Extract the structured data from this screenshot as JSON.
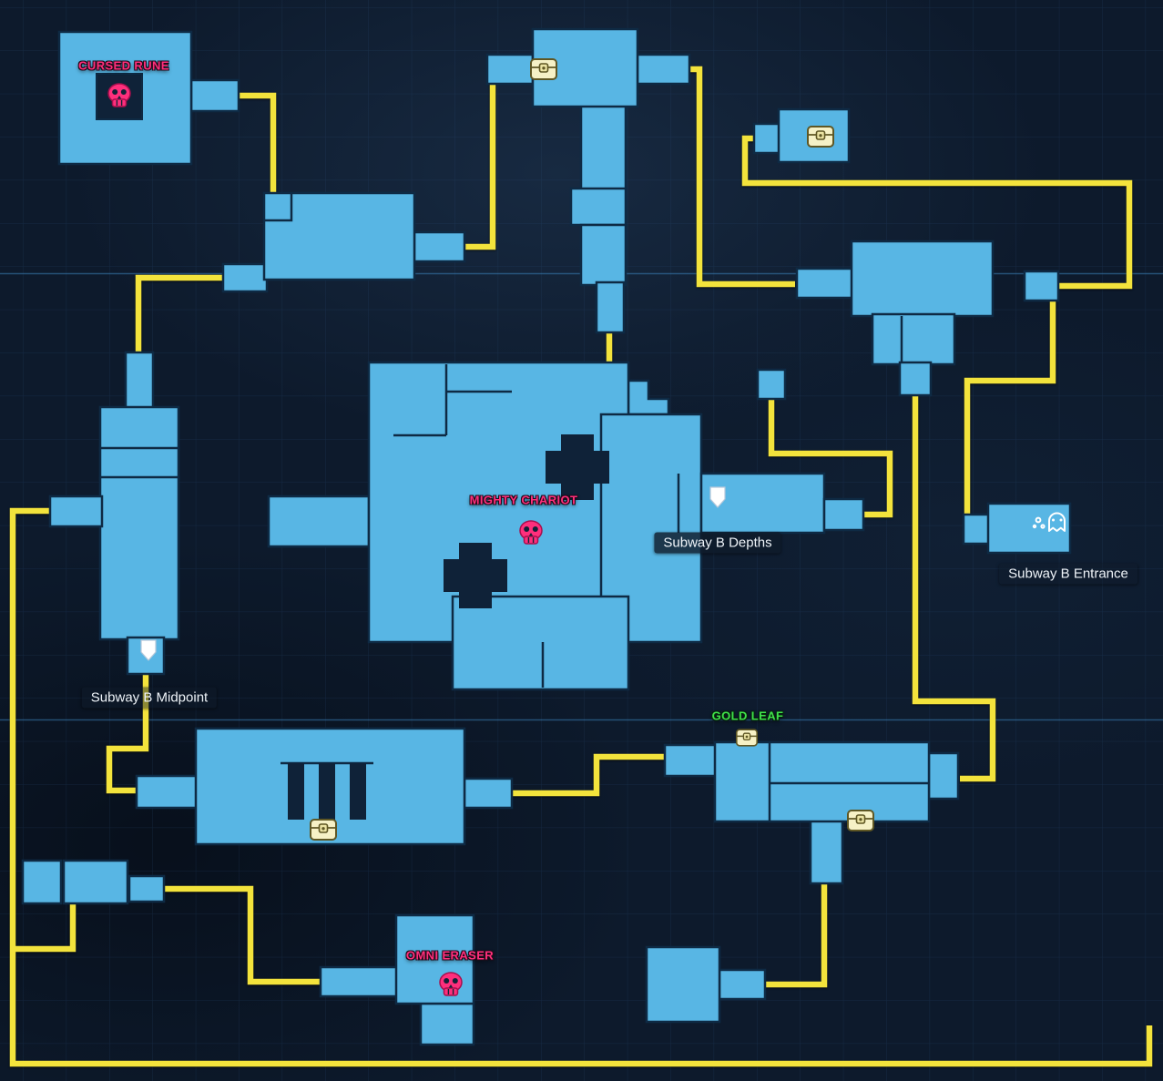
{
  "labels": {
    "cursed_rune": "CURSED RUNE",
    "mighty_chariot": "MIGHTY CHARIOT",
    "omni_eraser": "OMNI ERASER",
    "gold_leaf": "GOLD LEAF",
    "subway_b_depths": "Subway B Depths",
    "subway_b_midpoint": "Subway B Midpoint",
    "subway_b_entrance": "Subway B Entrance"
  },
  "icons": {
    "treasure_chest": {
      "name": "treasure-chest-icon",
      "count": 5
    },
    "boss_skull": {
      "name": "boss-skull-icon",
      "count": 3
    },
    "checkpoint_marker": {
      "name": "checkpoint-marker-icon",
      "count": 2
    },
    "entrance_landmark": {
      "name": "entrance-landmark-icon",
      "count": 1
    }
  },
  "colors": {
    "background": "#0d1a2c",
    "grid": "#2a5180",
    "grid_major": "#3d87c2",
    "room_fill": "#58b6e4",
    "room_stroke": "#0e2a44",
    "cutout": "#0f2238",
    "route": "#f3e33c",
    "boss_pink": "#ff2f7c",
    "item_green": "#3fe14b",
    "label_text": "#eef3f8",
    "label_bg": "rgba(15,27,43,0.82)",
    "chest_fill": "#f6f1c6",
    "chest_stroke": "#5f5724",
    "marker_white": "#ffffff"
  }
}
